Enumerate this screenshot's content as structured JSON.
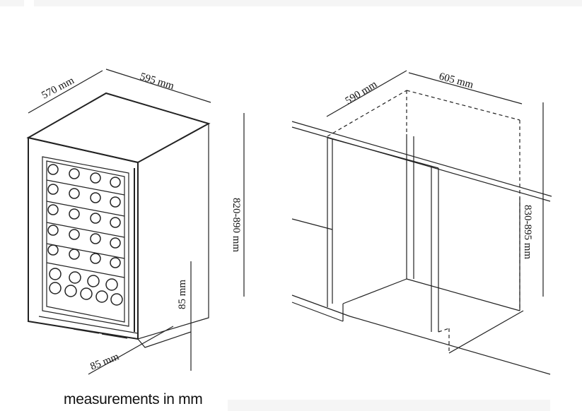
{
  "left_drawing": {
    "depth_label": "570 mm",
    "width_label": "595 mm",
    "height_label": "820-890 mm",
    "plinth_height_label": "85 mm",
    "plinth_depth_label": "85 mm"
  },
  "right_drawing": {
    "depth_label": "590 mm",
    "width_label": "605 mm",
    "height_label": "830-895 mm"
  },
  "caption": "measurements in mm"
}
